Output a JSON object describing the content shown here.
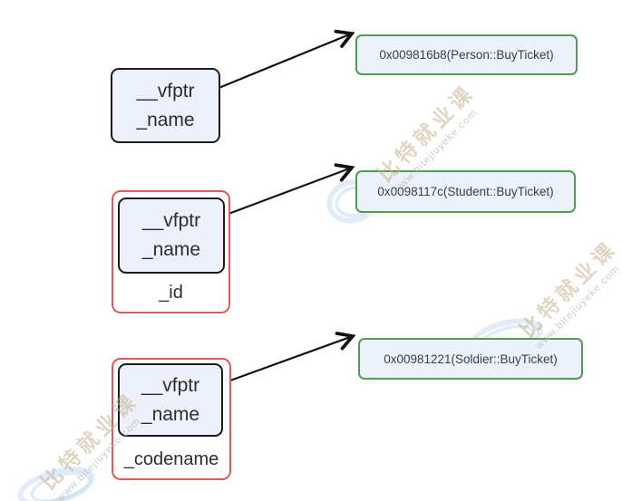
{
  "diagram": {
    "objects": [
      {
        "id": "person",
        "members": [
          "__vfptr",
          "_name"
        ],
        "extra": ""
      },
      {
        "id": "student",
        "members": [
          "__vfptr",
          "_name"
        ],
        "extra": "_id"
      },
      {
        "id": "soldier",
        "members": [
          "__vfptr",
          "_name"
        ],
        "extra": "_codename"
      }
    ],
    "vtables": [
      {
        "label": "0x009816b8(Person::BuyTicket)"
      },
      {
        "label": "0x0098117c(Student::BuyTicket)"
      },
      {
        "label": "0x00981221(Soldier::BuyTicket)"
      }
    ]
  },
  "watermark": {
    "cn": "比特就业课",
    "url": "www.bitejiuyeke.com"
  },
  "colors": {
    "box_fill": "#edf1fb",
    "black_border": "#1b1b1b",
    "red_border": "#dd5b52",
    "green_border": "#4f9d52",
    "member_text": "#2d2d2d",
    "vtable_text": "#363c49"
  }
}
